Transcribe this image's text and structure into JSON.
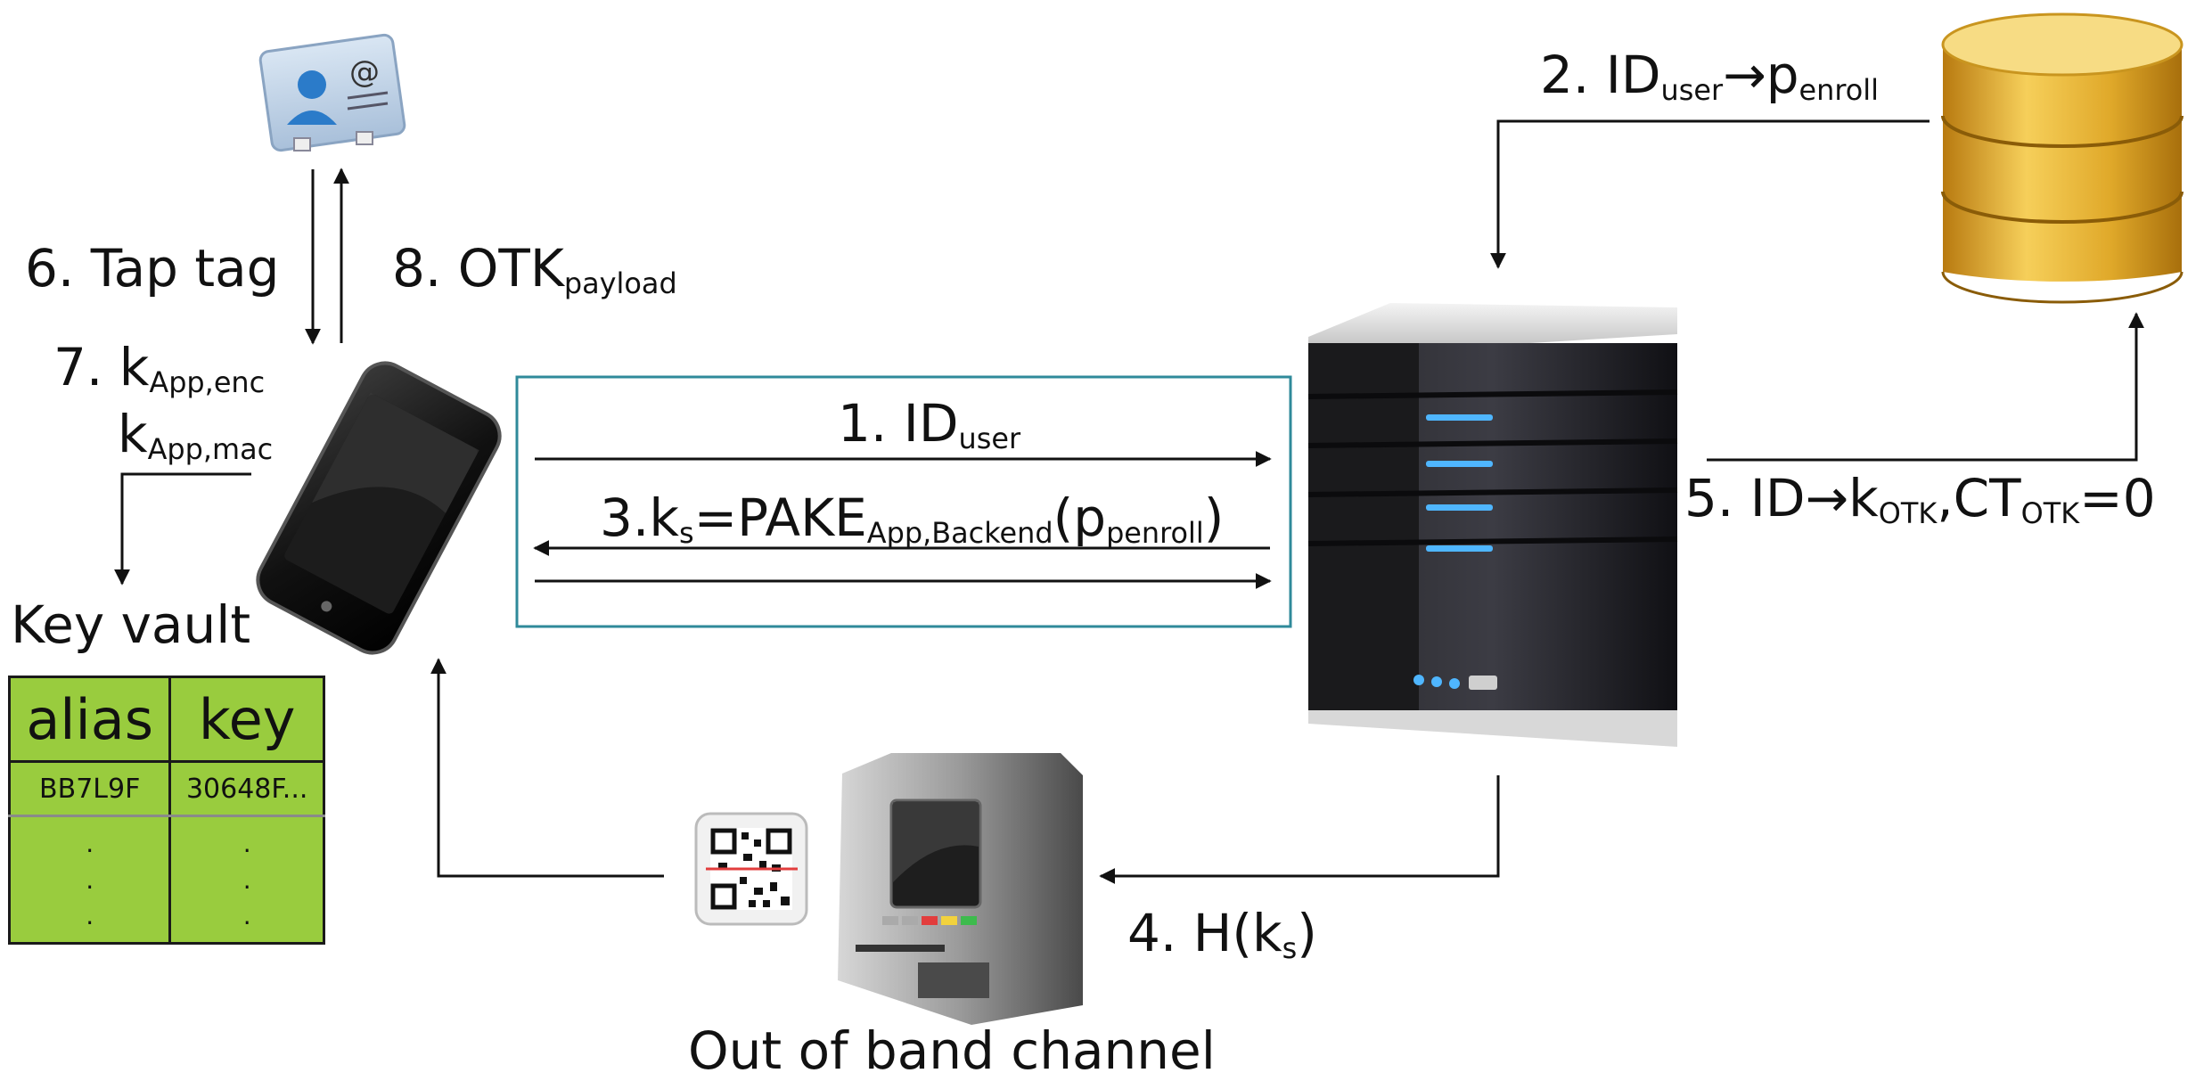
{
  "labels": {
    "step1": {
      "main": "1. ID",
      "sub": "user"
    },
    "step2": {
      "main": "2. ID",
      "sub1": "user",
      "arrow": "→p",
      "sub2": "enroll"
    },
    "step3": {
      "main": "3.k",
      "sub1": "s",
      "mid": "=PAKE",
      "sub2": "App,Backend",
      "paren": "(p",
      "sub3": "penroll",
      "close": ")"
    },
    "step4": {
      "main": "4. H(k",
      "sub": "s",
      "close": ")"
    },
    "step5": {
      "main": "5. ID→k",
      "sub1": "OTK",
      "mid": ",CT",
      "sub2": "OTK",
      "tail": "=0"
    },
    "step6": "6. Tap tag",
    "step7": {
      "main": "7. k",
      "sub1": "App,enc",
      "k2": "k",
      "sub2": "App,mac"
    },
    "step8": {
      "main": "8. OTK",
      "sub": "payload"
    },
    "key_vault": "Key vault",
    "out_of_band": "Out of band channel"
  },
  "key_vault_table": {
    "headers": [
      "alias",
      "key"
    ],
    "rows": [
      [
        "BB7L9F",
        "30648F..."
      ]
    ],
    "ellipsis": [
      "·\n·\n·",
      "·\n·\n·"
    ]
  },
  "icons": {
    "contact_card": "contact-card-icon",
    "smartphone": "smartphone-icon",
    "server": "server-icon",
    "database": "database-icon",
    "atm": "atm-terminal-icon",
    "qr_code": "qr-code-icon"
  },
  "colors": {
    "table_fill": "#99cc3e",
    "channel_box": "#2f8a9a",
    "database_gold": "#e0a92a",
    "server_led": "#4fb6ff"
  }
}
